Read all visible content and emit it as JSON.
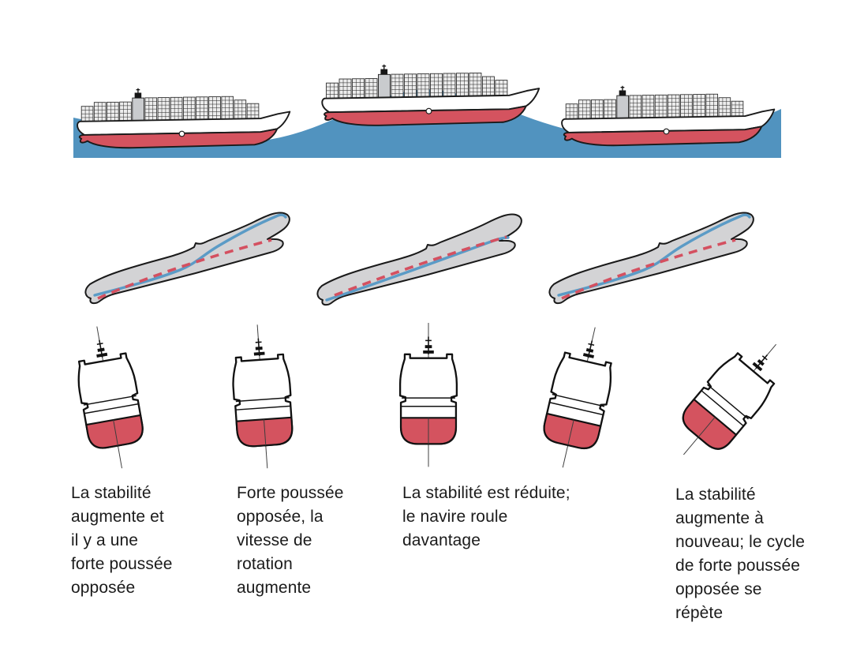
{
  "captions": [
    {
      "text": "La stabilité\naugmente et\nil y a une\nforte poussée\nopposée"
    },
    {
      "text": "Forte poussée\nopposée, la\nvitesse de\nrotation\naugmente"
    },
    {
      "text": "La stabilité est réduite;\nle navire roule\ndavantage"
    },
    {
      "text": "La stabilité\naugmente à\nnouveau; le cycle\nde forte poussée\nopposée se\nrépète"
    }
  ],
  "colors": {
    "water_blue": "#5193bf",
    "hull_red": "#d4535f",
    "blob_gray": "#d3d3d5",
    "line_blue": "#5b9bc6",
    "dash_red": "#d45060",
    "outline": "#1a1a1a",
    "text": "#1b1b1b"
  }
}
